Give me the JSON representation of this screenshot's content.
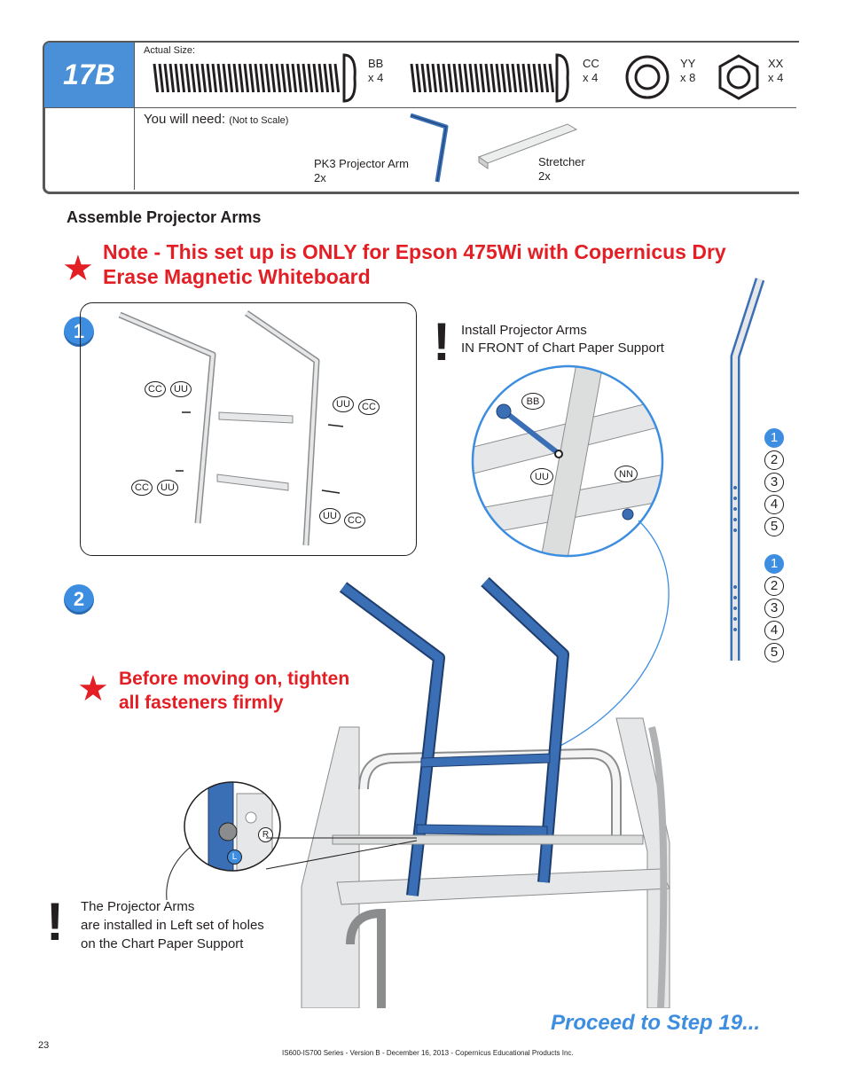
{
  "header": {
    "step": "17B",
    "actual_size_label": "Actual Size:",
    "parts": [
      {
        "code": "BB",
        "qty": "x 4"
      },
      {
        "code": "CC",
        "qty": "x 4"
      },
      {
        "code": "YY",
        "qty": "x 8"
      },
      {
        "code": "XX",
        "qty": "x 4"
      }
    ],
    "you_will_need_label": "You will need:",
    "not_to_scale": "(Not to Scale)",
    "need_items": [
      {
        "name": "PK3 Projector Arm",
        "qty": "2x"
      },
      {
        "name": "Stretcher",
        "qty": "2x"
      }
    ]
  },
  "section_title": "Assemble Projector Arms",
  "note": {
    "line1": "Note - This set up is ONLY for Epson 475Wi with Copernicus Dry",
    "line2": "Erase Magnetic Whiteboard"
  },
  "step1": {
    "number": "1",
    "tags": [
      "CC",
      "UU",
      "UU",
      "CC",
      "CC",
      "UU",
      "UU",
      "CC"
    ]
  },
  "install_note": {
    "line1": "Install Projector Arms",
    "line2": "IN FRONT of Chart Paper Support"
  },
  "detail_tags": [
    "BB",
    "UU",
    "NN"
  ],
  "hole_sets": [
    [
      "1",
      "2",
      "3",
      "4",
      "5"
    ],
    [
      "1",
      "2",
      "3",
      "4",
      "5"
    ]
  ],
  "step2": {
    "number": "2",
    "tighten_line1": "Before moving on, tighten",
    "tighten_line2": "all fasteners firmly",
    "zoom_tags": [
      "R",
      "L"
    ]
  },
  "holes_note": {
    "line1": "The Projector Arms",
    "line2": "are installed in Left set of holes",
    "line3": "on the Chart Paper Support"
  },
  "proceed": "Proceed to Step 19...",
  "footer": {
    "page": "23",
    "doc": "IS600-IS700 Series - Version B - December 16, 2013 - Copernicus Educational Products Inc."
  },
  "colors": {
    "accent": "#3d8ee0",
    "warning": "#e31e24",
    "part_blue": "#3a6fb5"
  }
}
